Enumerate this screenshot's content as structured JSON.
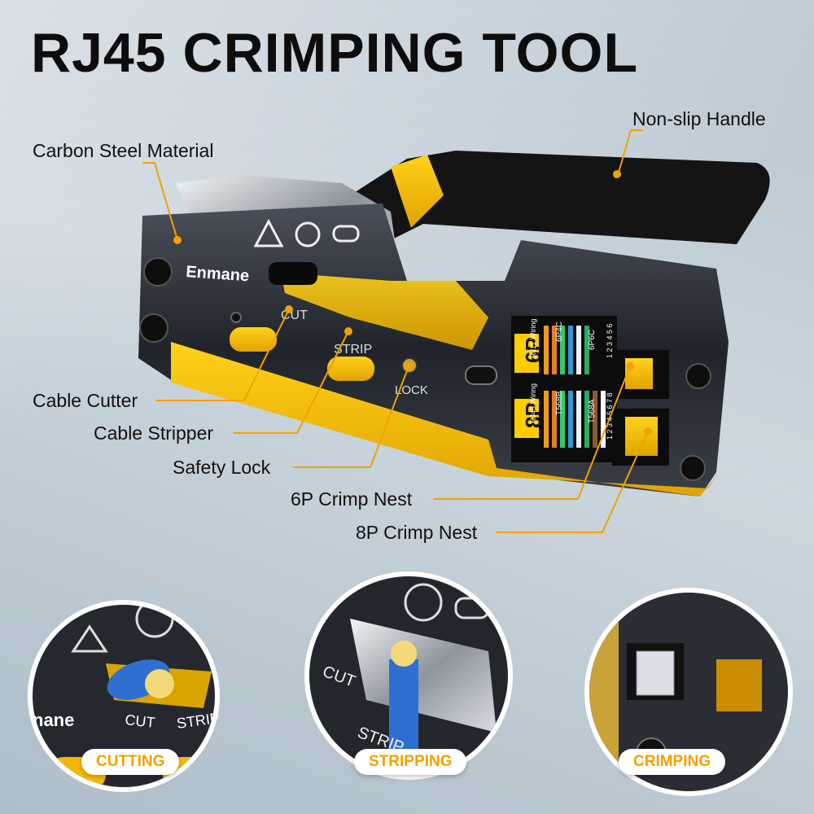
{
  "title": "RJ45 CRIMPING TOOL",
  "brand": "Enmane",
  "tool_labels": {
    "cut": "CUT",
    "strip": "STRIP",
    "lock": "LOCK",
    "p6": "6P",
    "p8": "8P",
    "rj11_wiring": "RJ11 Wiring",
    "rj45_wiring": "RJ45 Wiring",
    "p6p4c": "6P4C",
    "p6p6c": "6P6C",
    "t568b": "T568B",
    "t568a": "T568A",
    "pins6": "1 2 3 4 5 6",
    "pins8": "1 2 3 4 5 6 7 8"
  },
  "callouts": {
    "carbon_steel": "Carbon Steel Material",
    "non_slip": "Non-slip Handle",
    "cable_cutter": "Cable Cutter",
    "cable_stripper": "Cable Stripper",
    "safety_lock": "Safety Lock",
    "nest_6p": "6P Crimp Nest",
    "nest_8p": "8P Crimp Nest"
  },
  "circles": {
    "cutting": "CUTTING",
    "stripping": "STRIPPING",
    "crimping": "CRIMPING",
    "brand_fragment": "nane",
    "cut": "CUT",
    "strip": "STRIP",
    "strip_partial": "STRIP"
  },
  "colors": {
    "accent": "#f5b800",
    "handle": "#1a1a1a",
    "steel": "#2b2f36",
    "callout_line": "#f2a100"
  }
}
